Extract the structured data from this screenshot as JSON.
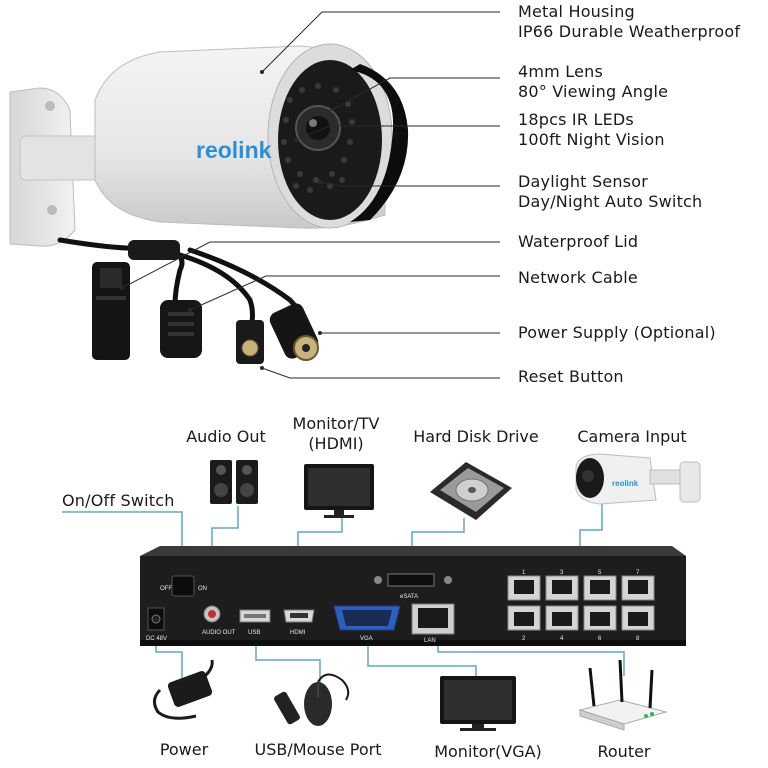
{
  "camera": {
    "brand": "reolink",
    "callouts": [
      {
        "line1": "Metal Housing",
        "line2": "IP66 Durable Weatherproof"
      },
      {
        "line1": "4mm Lens",
        "line2": "80° Viewing Angle"
      },
      {
        "line1": "18pcs IR LEDs",
        "line2": "100ft Night Vision"
      },
      {
        "line1": "Daylight Sensor",
        "line2": "Day/Night Auto Switch"
      },
      {
        "line1": "Waterproof Lid"
      },
      {
        "line1": "Network Cable"
      },
      {
        "line1": "Power Supply (Optional)"
      },
      {
        "line1": "Reset Button"
      }
    ]
  },
  "nvr": {
    "top_labels": {
      "audio_out": "Audio Out",
      "monitor_tv": "Monitor/TV",
      "hdmi_sub": "(HDMI)",
      "hard_disk": "Hard Disk Drive",
      "camera_input": "Camera Input",
      "on_off": "On/Off Switch"
    },
    "bottom_labels": {
      "power": "Power",
      "usb_mouse": "USB/Mouse Port",
      "monitor_vga": "Monitor(VGA)",
      "router": "Router"
    },
    "panel_text": {
      "esata": "eSATA",
      "audio_out_port": "AUDIO OUT",
      "usb_port": "USB",
      "hdmi_port": "HDMI",
      "vga_port": "VGA",
      "lan_port": "LAN",
      "dc": "DC 48V",
      "off": "OFF",
      "on": "ON"
    },
    "poe_numbers_top": [
      "1",
      "3",
      "5",
      "7"
    ],
    "poe_numbers_bottom": [
      "2",
      "4",
      "6",
      "8"
    ],
    "mini_camera_brand": "reolink"
  },
  "colors": {
    "leader": "#2a2a2a",
    "connector": "#5aa8c8",
    "brand_blue": "#2c8fd6",
    "nvr_body": "#1d1d1d"
  }
}
